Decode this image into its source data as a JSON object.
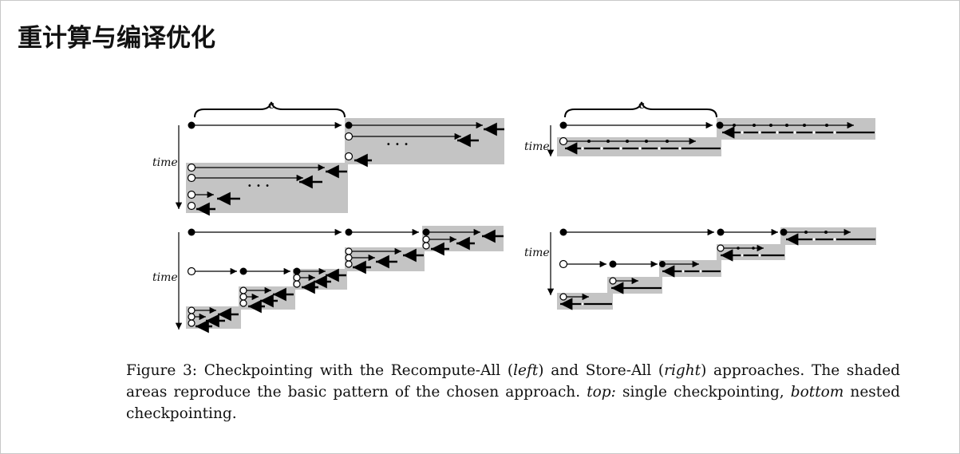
{
  "slide": {
    "title": "重计算与编译优化"
  },
  "figure": {
    "brace_label": "c",
    "time_label": "time",
    "caption": {
      "line1_pre": "Figure 3: Checkpointing with the Recompute-All (",
      "left_word": "left",
      "line1_mid": ") and Store-All (",
      "right_word": "right",
      "line1_post": ") approaches. The shaded areas reproduce the basic pattern of the chosen approach. ",
      "top_word": "top:",
      "line2_mid": " single checkpointing, ",
      "bottom_word": "bottom",
      "line3_post": " nested checkpointing."
    }
  },
  "colors": {
    "shade": "#c4c4c4",
    "ink": "#000000"
  }
}
